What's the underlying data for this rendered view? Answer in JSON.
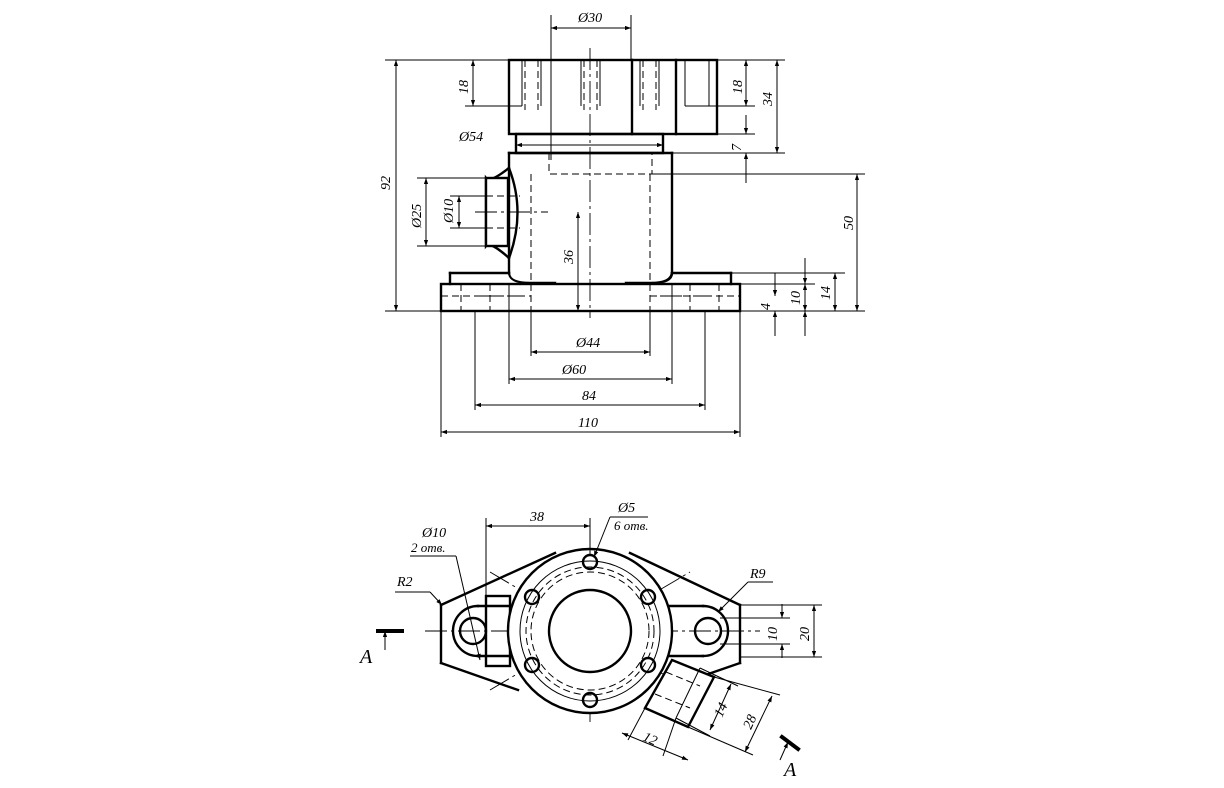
{
  "front_view": {
    "dims": {
      "d30": "Ø30",
      "d54": "Ø54",
      "d25": "Ø25",
      "d10": "Ø10",
      "d44": "Ø44",
      "d60": "Ø60",
      "w84": "84",
      "w110": "110",
      "h92": "92",
      "h18l": "18",
      "h18r": "18",
      "h34": "34",
      "h7": "7",
      "h50": "50",
      "h36": "36",
      "h14": "14",
      "h10": "10",
      "h4": "4"
    }
  },
  "top_view": {
    "dims": {
      "d5": "Ø5",
      "holes6": "6 отв.",
      "d10": "Ø10",
      "holes2": "2 отв.",
      "w38": "38",
      "r2": "R2",
      "r9": "R9",
      "h10": "10",
      "h20": "20",
      "w14": "14",
      "w28": "28",
      "w12": "12"
    },
    "section_marks": {
      "left": "А",
      "right": "А"
    }
  }
}
